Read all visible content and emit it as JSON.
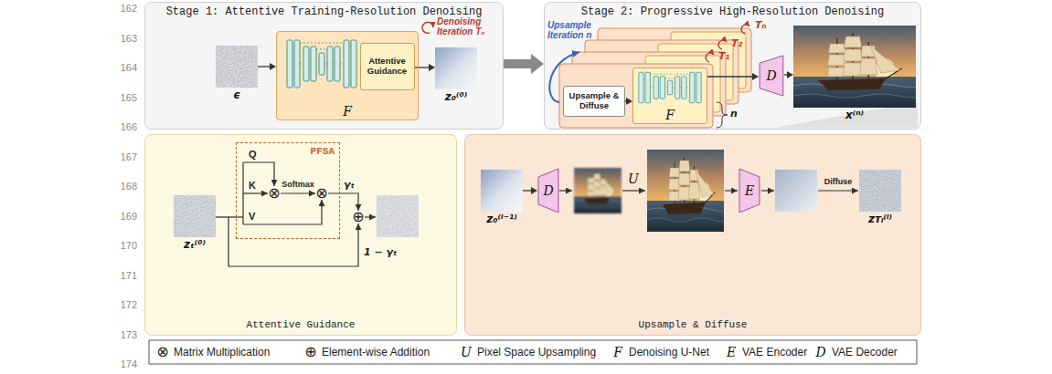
{
  "diagram": {
    "nodes": [
      {
        "text": [
          "Stage 1: Attentive Training-Resolution Denoising"
        ]
      },
      {
        "text": [
          "ϵ"
        ],
        "in": 0
      },
      {
        "text": [
          "F"
        ],
        "in": 0
      },
      {
        "text": [
          "Attentive Guidance"
        ],
        "in": 2
      },
      {
        "text": [
          "z₀⁽⁰⁾"
        ],
        "in": 0
      },
      {
        "text": [
          "Stage 2: Progressive High-Resolution Denoising"
        ]
      },
      {
        "text": [
          "Upsample & Diffuse"
        ],
        "in": 5
      },
      {
        "text": [
          "F"
        ],
        "in": 5
      },
      {
        "text": [
          "D"
        ],
        "in": 5
      },
      {
        "text": [
          "x⁽ⁿ⁾"
        ],
        "in": 5
      },
      {
        "text": [
          "Attentive Guidance"
        ]
      },
      {
        "text": [
          "zₜ⁽⁰⁾"
        ],
        "in": 10
      },
      {
        "text": [
          "PFSA"
        ],
        "in": 10
      },
      {
        "text": [
          "Upsample & Diffuse"
        ]
      },
      {
        "text": [
          "z₀⁽ⁱ⁻¹⁾"
        ],
        "in": 13
      },
      {
        "text": [
          "D"
        ],
        "in": 13
      },
      {
        "text": [
          "E"
        ],
        "in": 13
      },
      {
        "text": [
          "zᴛᵢ⁽ⁱ⁾"
        ],
        "in": 13
      }
    ],
    "edges": [
      {
        "from": 1,
        "to": 2,
        "arrow": "to"
      },
      {
        "from": 3,
        "to": 4,
        "arrow": "to"
      },
      {
        "from": 0,
        "to": 5,
        "arrow": "to"
      },
      {
        "from": 6,
        "to": 7,
        "arrow": "to"
      },
      {
        "from": 7,
        "to": 8,
        "arrow": "to"
      },
      {
        "from": 8,
        "to": 9,
        "arrow": "to"
      },
      {
        "from": 11,
        "to": 12,
        "arrow": "none"
      },
      {
        "from": 14,
        "to": 15,
        "arrow": "to"
      }
    ],
    "labels": [
      "162",
      "163",
      "164",
      "165",
      "166",
      "167",
      "168",
      "169",
      "170",
      "171",
      "172",
      "173",
      "174",
      "Denoising Iteration T₀",
      "Upsample Iteration n",
      "Tₙ",
      "T₂",
      "T₁",
      "n",
      "Q",
      "K",
      "V",
      "Softmax",
      "⊗",
      "⊗",
      "γₜ",
      "⊕",
      "1 − γₜ",
      "U",
      "Diffuse",
      "⊗",
      "⊕",
      "U",
      "F",
      "E",
      "D"
    ],
    "legend": [
      {
        "text": "Matrix Multiplication"
      },
      {
        "text": "Element-wise Addition"
      },
      {
        "text": "Pixel Space Upsampling"
      },
      {
        "text": "Denoising U-Net"
      },
      {
        "text": "VAE Encoder"
      },
      {
        "text": "VAE Decoder"
      }
    ]
  }
}
